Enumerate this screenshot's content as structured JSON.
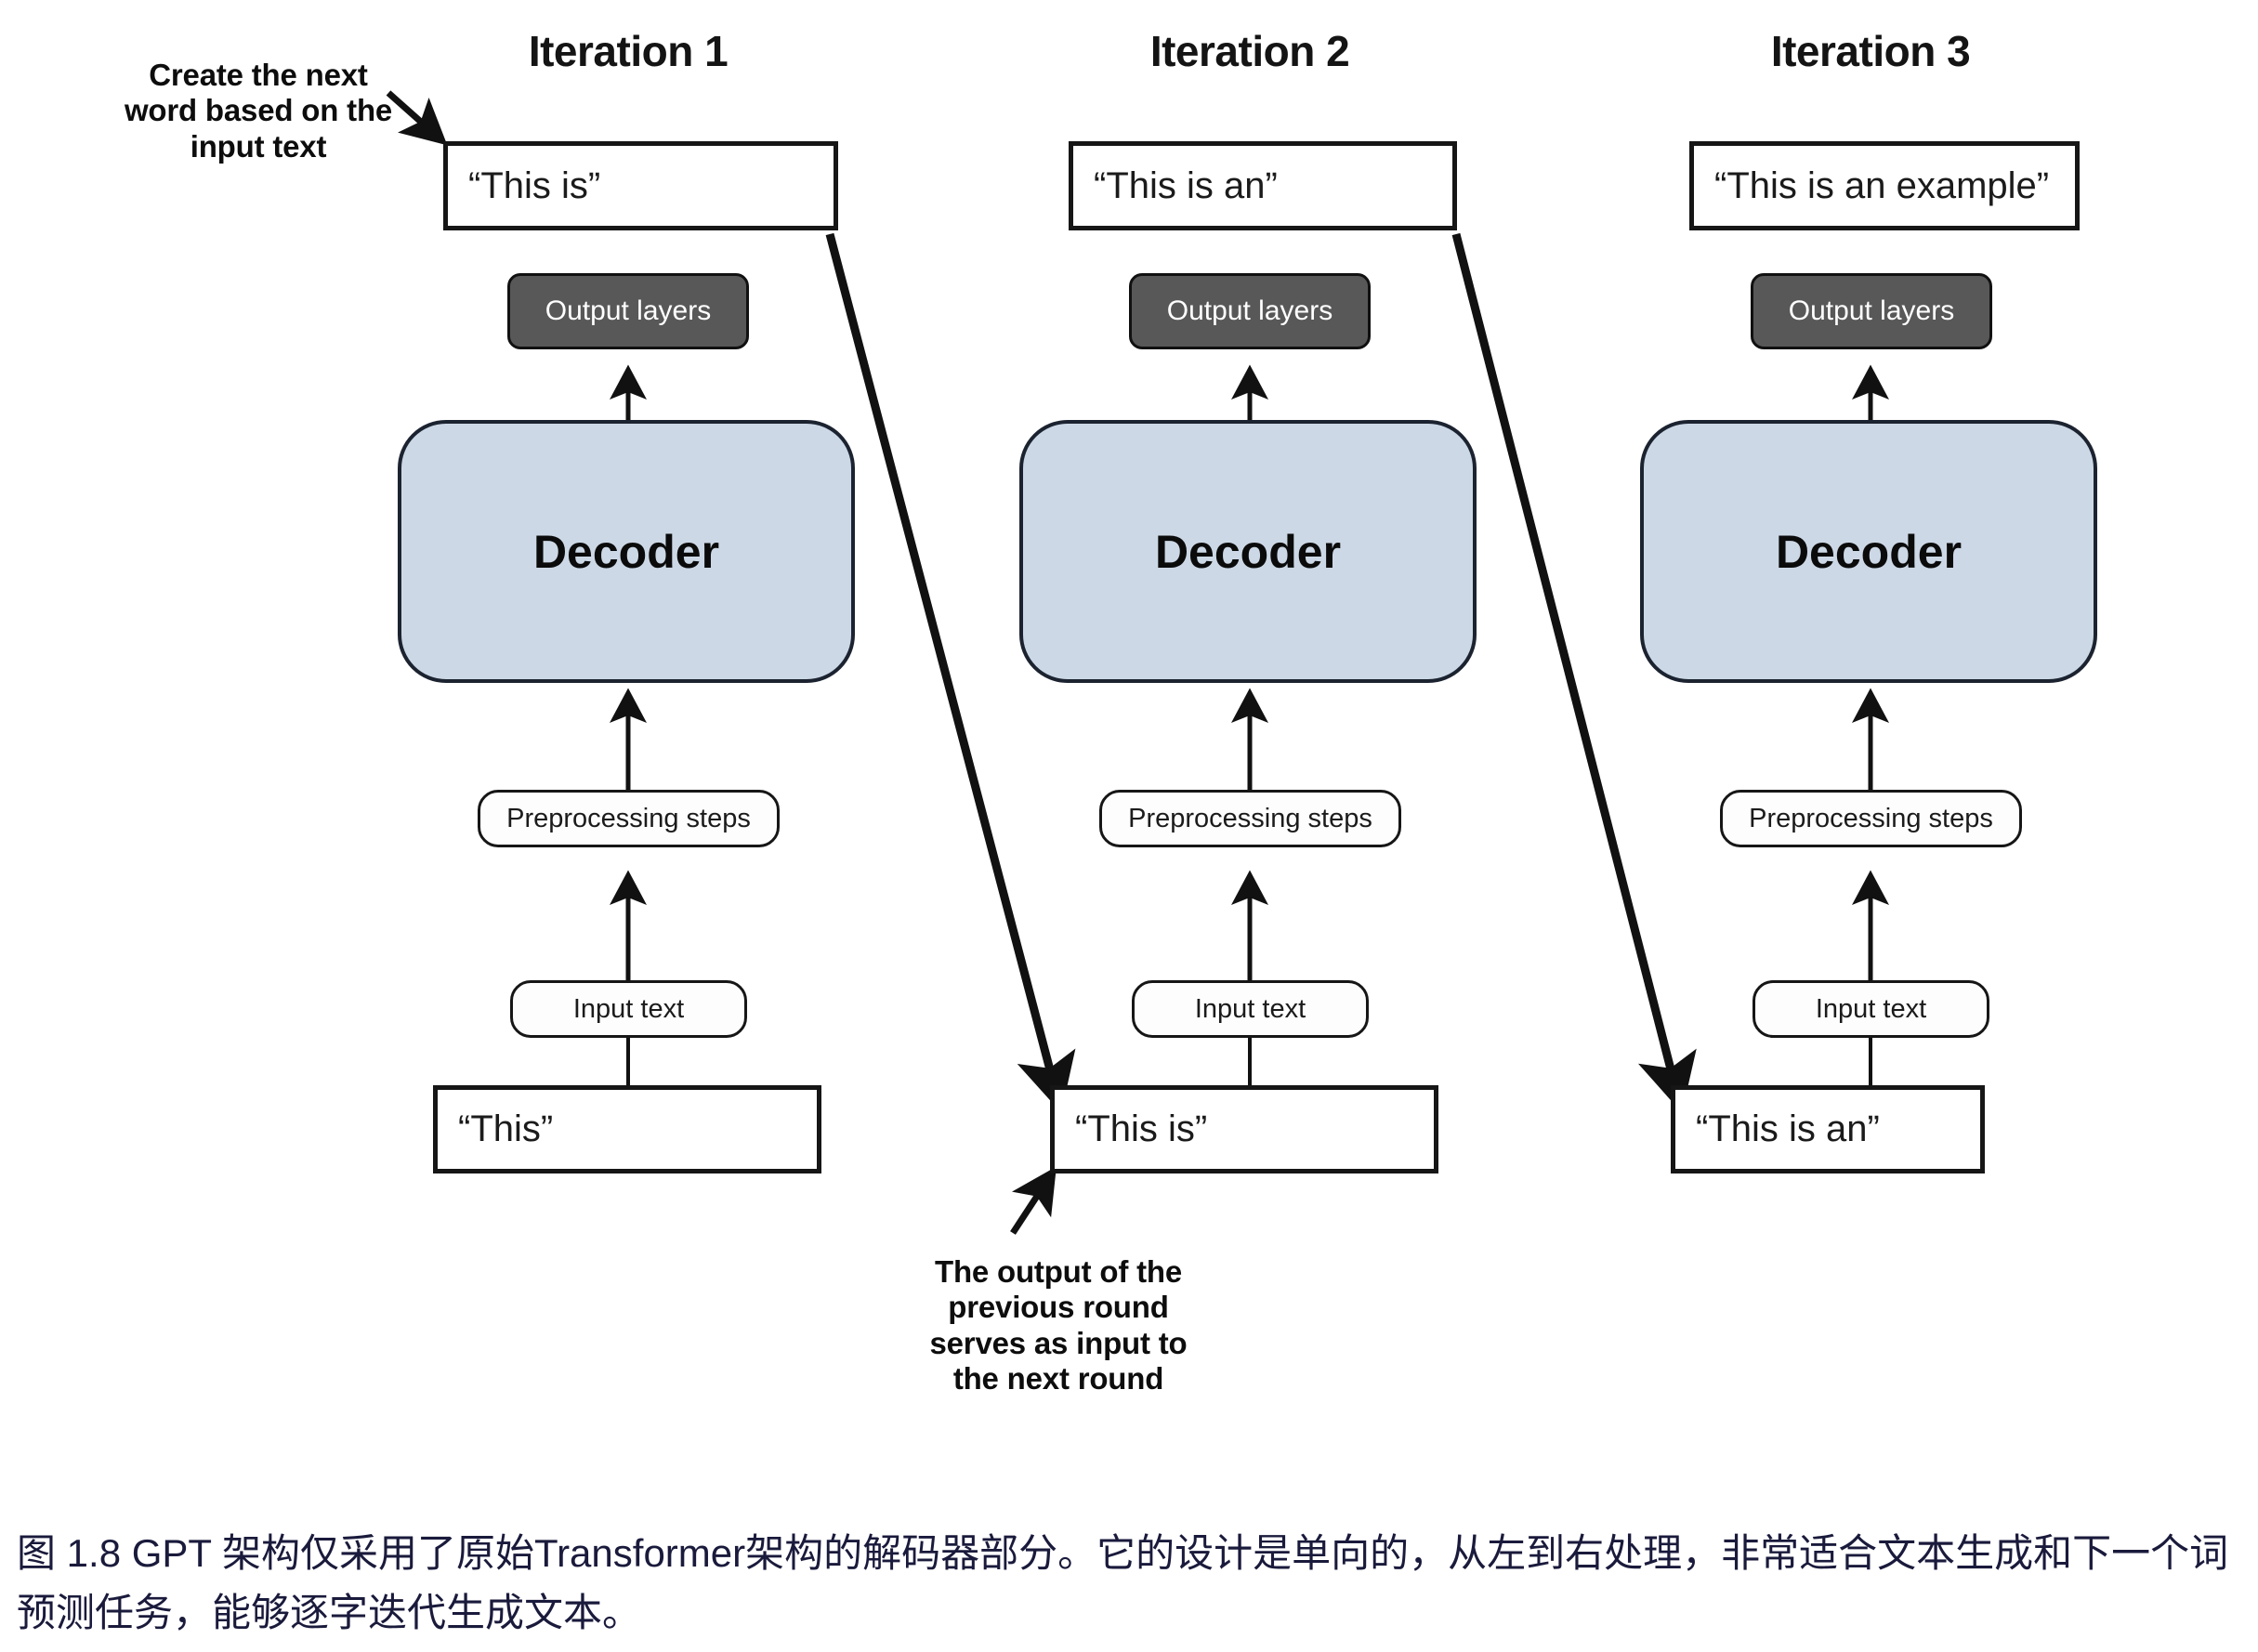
{
  "figure": {
    "title_prefix": "图 1.8",
    "caption": "图 1.8  GPT 架构仅采用了原始Transformer架构的解码器部分。它的设计是单向的，从左到右处理，非常适合文本生成和下一个词预测任务，能够逐字迭代生成文本。",
    "caption_color": "#1a1a3c"
  },
  "colors": {
    "decoder_fill": "#ccd8e6",
    "decoder_stroke": "#1c2330",
    "output_layers_fill": "#585858",
    "output_layers_text": "#ffffff",
    "box_stroke": "#161616",
    "page_background": "#ffffff"
  },
  "annotations": {
    "top_left_note": "Create the next\nword based on the\ninput text",
    "bottom_note": "The output of the\nprevious round\nserves as input to\nthe next round"
  },
  "shared_labels": {
    "output_layers": "Output layers",
    "decoder": "Decoder",
    "preprocessing_steps": "Preprocessing steps",
    "input_text": "Input text"
  },
  "columns": [
    {
      "title": "Iteration 1",
      "output_text": "“This is”",
      "output_layers": "Output layers",
      "decoder": "Decoder",
      "preprocessing_steps": "Preprocessing steps",
      "input_text_label": "Input text",
      "input_text": "“This”"
    },
    {
      "title": "Iteration 2",
      "output_text": "“This is an”",
      "output_layers": "Output layers",
      "decoder": "Decoder",
      "preprocessing_steps": "Preprocessing steps",
      "input_text_label": "Input text",
      "input_text": "“This is”"
    },
    {
      "title": "Iteration 3",
      "output_text": "“This is an example”",
      "output_layers": "Output layers",
      "decoder": "Decoder",
      "preprocessing_steps": "Preprocessing steps",
      "input_text_label": "Input text",
      "input_text": "“This is an”"
    }
  ]
}
